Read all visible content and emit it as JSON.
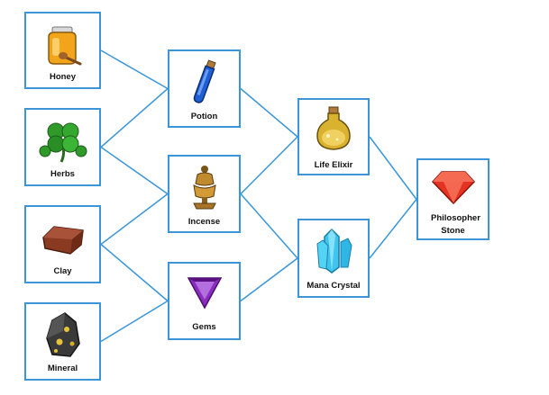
{
  "colors": {
    "connector": "#3a96d8",
    "border": "#3a96d8"
  },
  "nodes": {
    "honey": {
      "label": "Honey",
      "icon": "honey-jar-icon"
    },
    "herbs": {
      "label": "Herbs",
      "icon": "clover-icon"
    },
    "clay": {
      "label": "Clay",
      "icon": "clay-brick-icon"
    },
    "mineral": {
      "label": "Mineral",
      "icon": "ore-rock-icon"
    },
    "potion": {
      "label": "Potion",
      "icon": "potion-vial-icon"
    },
    "incense": {
      "label": "Incense",
      "icon": "incense-burner-icon"
    },
    "gems": {
      "label": "Gems",
      "icon": "purple-gem-icon"
    },
    "elixir": {
      "label": "Life Elixir",
      "icon": "elixir-flask-icon"
    },
    "crystal": {
      "label": "Mana Crystal",
      "icon": "blue-crystal-icon"
    },
    "stone": {
      "label": "Philosopher Stone",
      "icon": "red-gem-icon"
    }
  },
  "edges": [
    [
      "honey",
      "potion"
    ],
    [
      "herbs",
      "potion"
    ],
    [
      "herbs",
      "incense"
    ],
    [
      "clay",
      "incense"
    ],
    [
      "clay",
      "gems"
    ],
    [
      "mineral",
      "gems"
    ],
    [
      "potion",
      "elixir"
    ],
    [
      "incense",
      "elixir"
    ],
    [
      "incense",
      "crystal"
    ],
    [
      "gems",
      "crystal"
    ],
    [
      "elixir",
      "stone"
    ],
    [
      "crystal",
      "stone"
    ]
  ]
}
